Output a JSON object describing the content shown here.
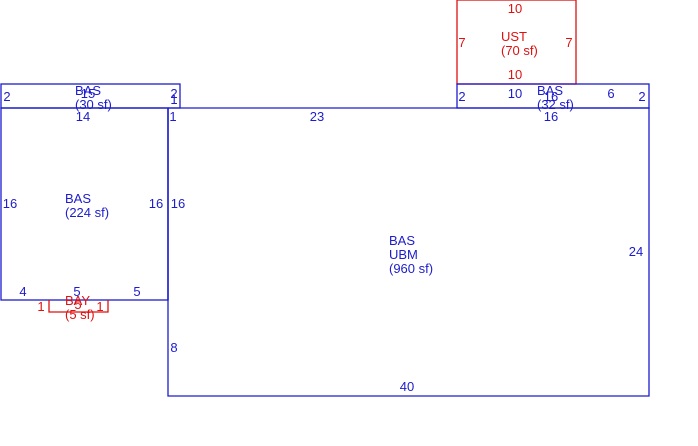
{
  "colors": {
    "main": "#1c1ccc",
    "accent": "#dd1111"
  },
  "areas": {
    "main_bas": {
      "code": "BAS",
      "sub": "UBM",
      "area": "(960 sf)"
    },
    "left_bas": {
      "code": "BAS",
      "area": "(224 sf)"
    },
    "strip_left": {
      "code": "BAS",
      "area": "(30 sf)"
    },
    "strip_right": {
      "code": "BAS",
      "area": "(32 sf)"
    },
    "ust": {
      "code": "UST",
      "area": "(70 sf)"
    },
    "bay": {
      "code": "BAY",
      "area": "(5 sf)"
    }
  },
  "dimensions": {
    "ust_top": "10",
    "ust_left": "7",
    "ust_right": "7",
    "ust_bottom": "10",
    "strip_left_left": "2",
    "strip_left_top": "15",
    "strip_left_right": "2",
    "strip_left_right_b": "1",
    "strip_left_bottom": "14",
    "strip_right_left": "2",
    "strip_right_inner": "10",
    "strip_right_mid": "16",
    "strip_right_end": "6",
    "strip_right_right": "2",
    "strip_right_bottom": "16",
    "main_top": "23",
    "main_left_top": "1",
    "main_left": "16",
    "main_lower_left": "8",
    "main_right": "24",
    "main_bottom": "40",
    "left_left": "16",
    "left_right": "16",
    "left_bottom_a": "4",
    "left_bottom_b": "5",
    "left_bottom_c": "5",
    "bay_left": "1",
    "bay_top": "5",
    "bay_right": "1"
  }
}
